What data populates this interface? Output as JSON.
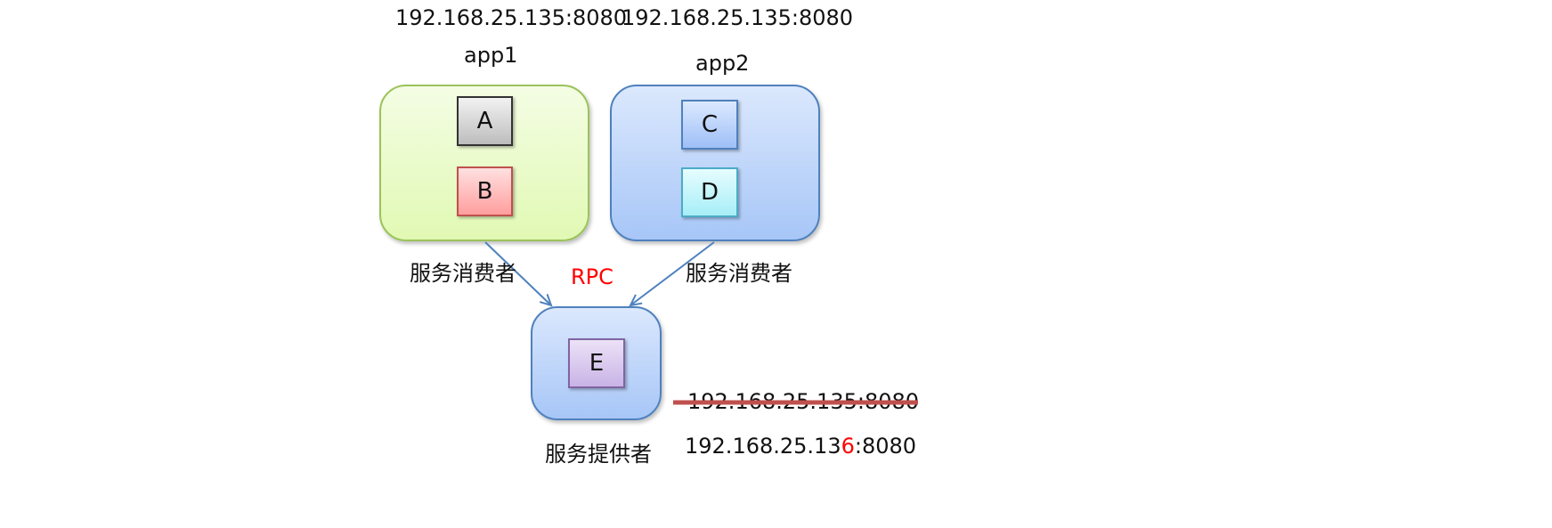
{
  "top_addresses": {
    "left": "192.168.25.135:8080",
    "right": "192.168.25.135:8080"
  },
  "apps": {
    "app1": {
      "label": "app1",
      "components": [
        "A",
        "B"
      ]
    },
    "app2": {
      "label": "app2",
      "components": [
        "C",
        "D"
      ]
    }
  },
  "provider": {
    "components": [
      "E"
    ],
    "label": "服务提供者"
  },
  "edges": {
    "left_label": "服务消费者",
    "right_label": "服务消费者",
    "protocol_label": "RPC"
  },
  "provider_addresses": {
    "old": "192.168.25.135:8080",
    "new_prefix": "192.168.25.13",
    "new_changed_digit": "6",
    "new_suffix": ":8080"
  },
  "colors": {
    "highlight": "#ff0000",
    "strike": "#c0504d",
    "arrow": "#4f81bd"
  }
}
